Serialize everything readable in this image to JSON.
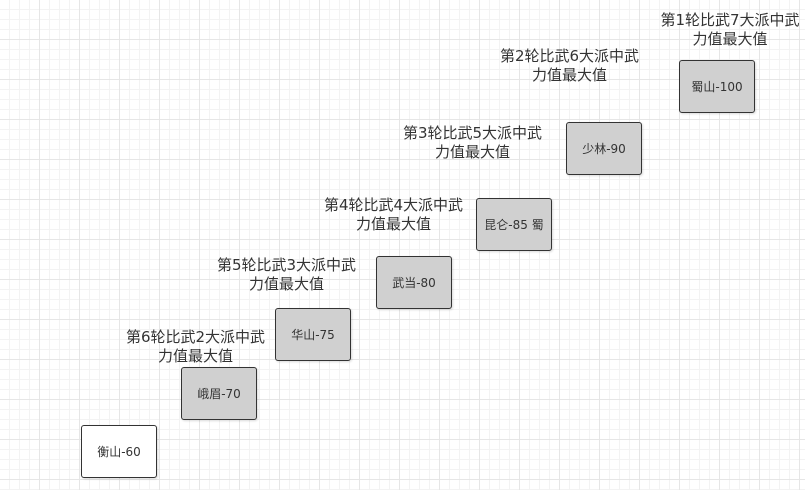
{
  "boxes": [
    {
      "text": "衡山-60",
      "fill": "#ffffff"
    },
    {
      "text": "峨眉-70",
      "fill": "#d0d0d0"
    },
    {
      "text": "华山-75",
      "fill": "#d0d0d0"
    },
    {
      "text": "武当-80",
      "fill": "#d0d0d0"
    },
    {
      "text": "昆仑-85 蜀",
      "fill": "#d0d0d0"
    },
    {
      "text": "少林-90",
      "fill": "#d0d0d0"
    },
    {
      "text": "蜀山-100",
      "fill": "#d0d0d0"
    }
  ],
  "rounds": [
    {
      "line1": "第1轮比武7大派中武",
      "line2": "力值最大值"
    },
    {
      "line1": "第2轮比武6大派中武",
      "line2": "力值最大值"
    },
    {
      "line1": "第3轮比武5大派中武",
      "line2": "力值最大值"
    },
    {
      "line1": "第4轮比武4大派中武",
      "line2": "力值最大值"
    },
    {
      "line1": "第5轮比武3大派中武",
      "line2": "力值最大值"
    },
    {
      "line1": "第6轮比武2大派中武",
      "line2": "力值最大值"
    }
  ]
}
